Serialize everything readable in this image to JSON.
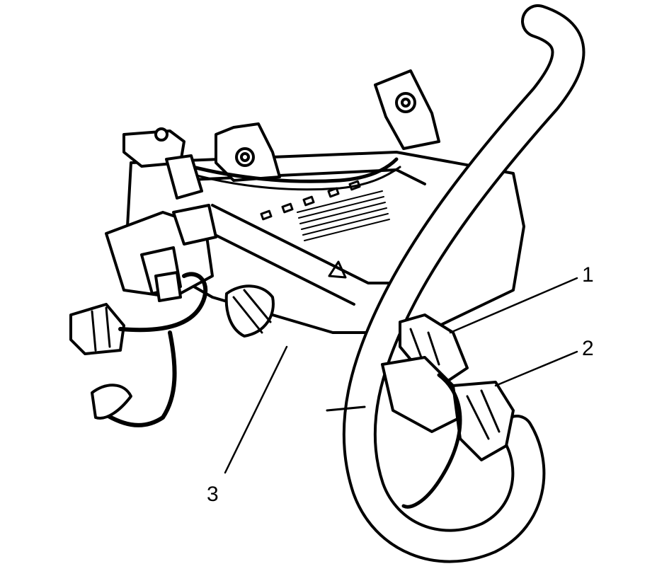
{
  "colors": {
    "ink": "#000000",
    "paper": "#ffffff",
    "hose_fill": "#ffffff"
  },
  "callouts": [
    {
      "id": "1",
      "label": "1"
    },
    {
      "id": "2",
      "label": "2"
    },
    {
      "id": "3",
      "label": "3"
    }
  ]
}
